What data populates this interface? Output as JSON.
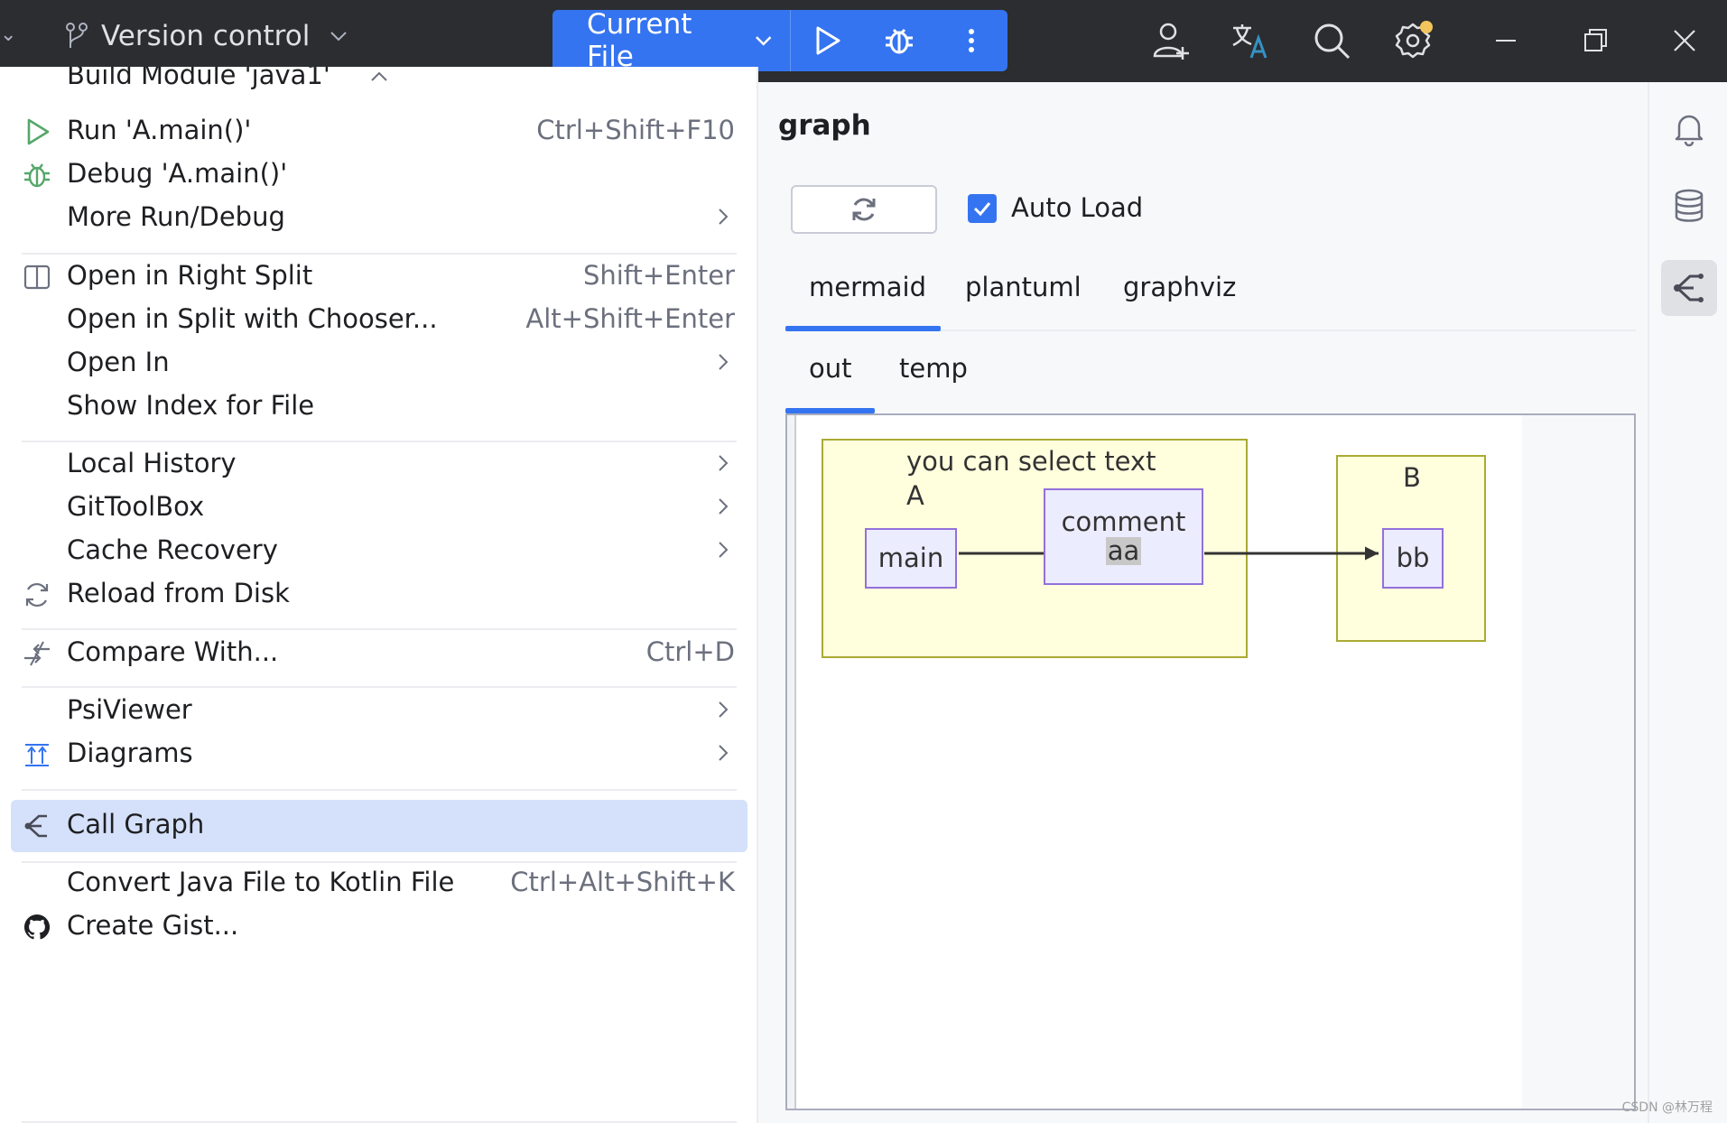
{
  "titlebar": {
    "vcs_label": "Version control",
    "vcs_icon": "branch-icon",
    "run_config_label": "Current File",
    "accent_color": "#3574f0",
    "icons": [
      "run-icon",
      "debug-icon",
      "more-vertical-icon",
      "add-user-icon",
      "translate-icon",
      "search-icon",
      "settings-icon",
      "minimize-icon",
      "restore-icon",
      "close-icon"
    ]
  },
  "menu": {
    "items": [
      {
        "label": "Build Module 'java1'",
        "shortcut": "",
        "icon": "",
        "submenu": false
      },
      {
        "label": "Run 'A.main()'",
        "shortcut": "Ctrl+Shift+F10",
        "icon": "run-icon",
        "submenu": false
      },
      {
        "label": "Debug 'A.main()'",
        "shortcut": "",
        "icon": "debug-icon",
        "submenu": false
      },
      {
        "label": "More Run/Debug",
        "shortcut": "",
        "icon": "",
        "submenu": true
      },
      {
        "label": "Open in Right Split",
        "shortcut": "Shift+Enter",
        "icon": "split-icon",
        "submenu": false
      },
      {
        "label": "Open in Split with Chooser...",
        "shortcut": "Alt+Shift+Enter",
        "icon": "",
        "submenu": false
      },
      {
        "label": "Open In",
        "shortcut": "",
        "icon": "",
        "submenu": true
      },
      {
        "label": "Show Index for File",
        "shortcut": "",
        "icon": "",
        "submenu": false
      },
      {
        "label": "Local History",
        "shortcut": "",
        "icon": "",
        "submenu": true
      },
      {
        "label": "GitToolBox",
        "shortcut": "",
        "icon": "",
        "submenu": true
      },
      {
        "label": "Cache Recovery",
        "shortcut": "",
        "icon": "",
        "submenu": true
      },
      {
        "label": "Reload from Disk",
        "shortcut": "",
        "icon": "reload-icon",
        "submenu": false
      },
      {
        "label": "Compare With...",
        "shortcut": "Ctrl+D",
        "icon": "compare-icon",
        "submenu": false
      },
      {
        "label": "PsiViewer",
        "shortcut": "",
        "icon": "",
        "submenu": true
      },
      {
        "label": "Diagrams",
        "shortcut": "",
        "icon": "diagrams-icon",
        "submenu": true
      },
      {
        "label": "Call Graph",
        "shortcut": "",
        "icon": "call-graph-icon",
        "submenu": false,
        "selected": true
      },
      {
        "label": "Convert Java File to Kotlin File",
        "shortcut": "Ctrl+Alt+Shift+K",
        "icon": "",
        "submenu": false
      },
      {
        "label": "Create Gist...",
        "shortcut": "",
        "icon": "github-icon",
        "submenu": false
      }
    ]
  },
  "tool_window": {
    "title": "graph",
    "reload_icon": "refresh-icon",
    "auto_load_label": "Auto Load",
    "auto_load_checked": true,
    "engine_tabs": [
      "mermaid",
      "plantuml",
      "graphviz"
    ],
    "engine_selected": "mermaid",
    "output_tabs": [
      "out",
      "temp"
    ],
    "output_selected": "out"
  },
  "diagram": {
    "cluster_a": {
      "title": "you can select text",
      "label": "A"
    },
    "cluster_b": {
      "label": "B"
    },
    "nodes": {
      "main": "main",
      "comment_line1": "comment",
      "comment_line2": "aa",
      "bb": "bb"
    },
    "edges": [
      [
        "main",
        "comment"
      ],
      [
        "comment",
        "bb"
      ]
    ],
    "cluster_fill": "#ffffde",
    "cluster_stroke": "#aaaa33",
    "node_fill": "#ececff",
    "node_stroke": "#9370db"
  },
  "right_stripe": {
    "icons": [
      "notifications-icon",
      "database-icon",
      "call-graph-icon"
    ],
    "active": "call-graph-icon"
  },
  "watermark": "CSDN @林万程"
}
